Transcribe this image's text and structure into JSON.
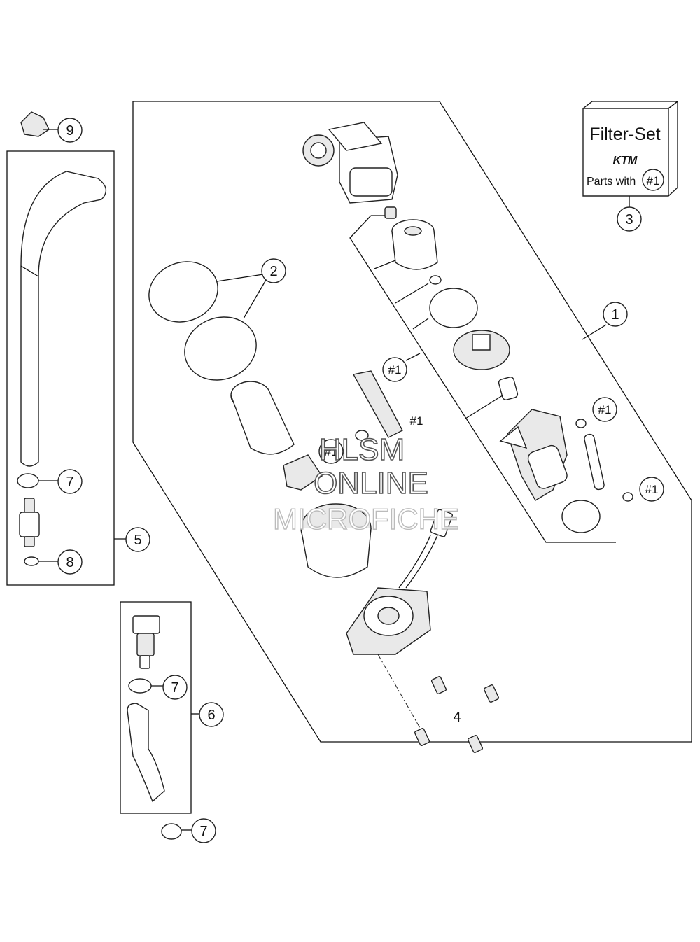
{
  "diagram": {
    "callouts": {
      "c1": "1",
      "c2": "2",
      "c3": "3",
      "c4": "4",
      "c5": "5",
      "c6": "6",
      "c7a": "7",
      "c7b": "7",
      "c7c": "7",
      "c8": "8",
      "c9": "9",
      "ref_a": "#1",
      "ref_b": "#1",
      "ref_c": "#1",
      "ref_d": "#1",
      "ref_e": "#1"
    },
    "filter_set": {
      "title": "Filter-Set",
      "brand": "KTM",
      "parts_label": "Parts with",
      "parts_ref": "#1"
    },
    "watermark": {
      "line1": "HLSM",
      "line2": "ONLINE",
      "line3": "MICROFICHE"
    }
  }
}
